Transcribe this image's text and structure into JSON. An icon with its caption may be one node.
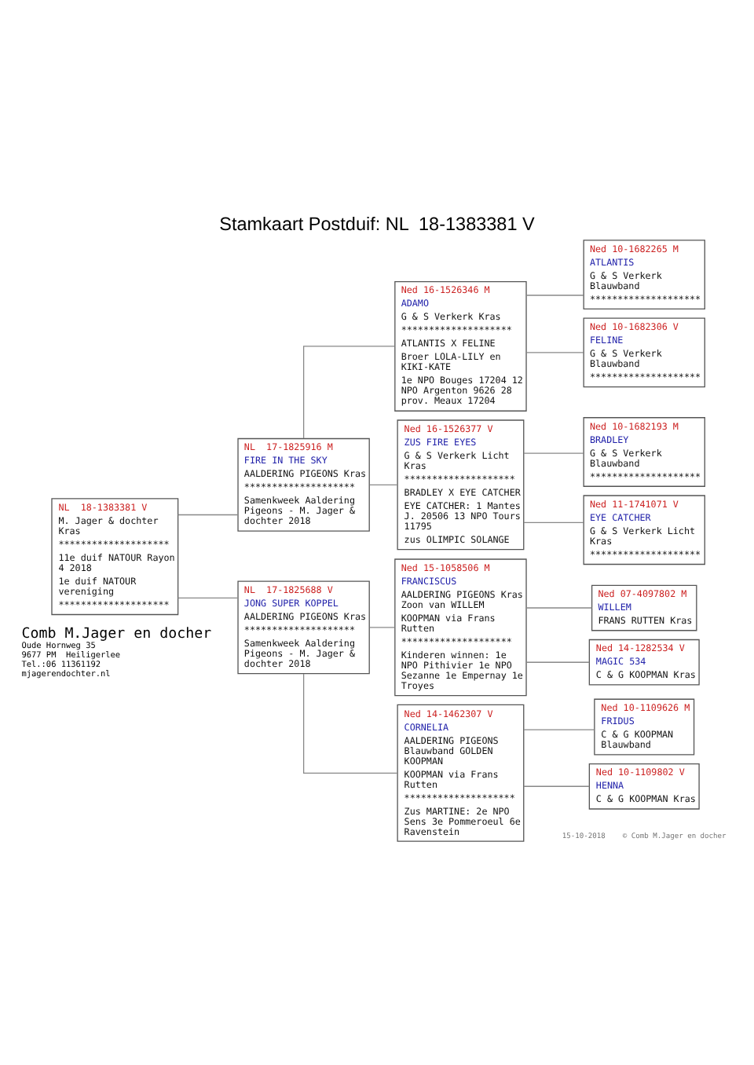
{
  "diagram": {
    "title": "Stamkaart Postduif: NL  18-1383381 V",
    "nodes": [
      {
        "text": [
          "NL  18-1383381 V",
          "M. Jager & dochter Kras",
          "********************",
          "11e duif NATOUR Rayon 4 2018",
          "1e duif NATOUR vereniging",
          "********************"
        ]
      },
      {
        "text": [
          "NL  17-1825916 M",
          "FIRE IN THE SKY",
          "AALDERING PIGEONS Kras",
          "********************",
          "Samenkweek Aaldering Pigeons - M. Jager & dochter 2018"
        ]
      },
      {
        "text": [
          "NL  17-1825688 V",
          "JONG SUPER KOPPEL",
          "AALDERING PIGEONS Kras",
          "********************",
          "Samenkweek Aaldering Pigeons - M. Jager & dochter 2018"
        ]
      },
      {
        "text": [
          "Ned 16-1526346 M",
          "ADAMO",
          "G & S Verkerk Kras",
          "********************",
          "ATLANTIS X FELINE",
          "Broer LOLA-LILY en KIKI-KATE",
          "1e NPO Bouges 17204 12 NPO Argenton 9626 28 prov. Meaux 17204"
        ]
      },
      {
        "text": [
          "Ned 16-1526377 V",
          "ZUS FIRE EYES",
          "G & S Verkerk Licht Kras",
          "********************",
          "BRADLEY X EYE CATCHER",
          "EYE CATCHER: 1 Mantes J. 20506 13 NPO Tours 11795",
          "zus OLIMPIC SOLANGE"
        ]
      },
      {
        "text": [
          "Ned 15-1058506 M",
          "FRANCISCUS",
          "AALDERING PIGEONS Kras Zoon van WILLEM",
          "KOOPMAN via Frans Rutten",
          "********************",
          "Kinderen winnen: 1e NPO Pithivier 1e NPO Sezanne 1e Empernay 1e Troyes"
        ]
      },
      {
        "text": [
          "Ned 14-1462307 V",
          "CORNELIA",
          "AALDERING PIGEONS Blauwband GOLDEN KOOPMAN",
          "KOOPMAN via Frans Rutten",
          "********************",
          "Zus MARTINE: 2e NPO Sens 3e Pommeroeul 6e Ravenstein"
        ]
      },
      {
        "text": [
          "Ned 10-1682265 M",
          "ATLANTIS",
          "G & S Verkerk Blauwband",
          "********************"
        ]
      },
      {
        "text": [
          "Ned 10-1682306 V",
          "FELINE",
          "G & S Verkerk Blauwband",
          "********************"
        ]
      },
      {
        "text": [
          "Ned 10-1682193 M",
          "BRADLEY",
          "G & S Verkerk Blauwband",
          "********************"
        ]
      },
      {
        "text": [
          "Ned 11-1741071 V",
          "EYE CATCHER",
          "G & S Verkerk Licht Kras",
          "********************"
        ]
      },
      {
        "text": [
          "Ned 07-4097802 M",
          "WILLEM",
          "FRANS RUTTEN Kras"
        ]
      },
      {
        "text": [
          "Ned 14-1282534 V",
          "MAGIC 534",
          "C & G KOOPMAN Kras"
        ]
      },
      {
        "text": [
          "Ned 10-1109626 M",
          "FRIDUS",
          "C & G KOOPMAN Blauwband"
        ]
      },
      {
        "text": [
          "Ned 10-1109802 V",
          "HENNA",
          "C & G KOOPMAN Kras"
        ]
      }
    ],
    "edges": [
      {
        "from": 0,
        "to": 1,
        "arrow": "none"
      },
      {
        "from": 0,
        "to": 2,
        "arrow": "none"
      },
      {
        "from": 1,
        "to": 3,
        "arrow": "none"
      },
      {
        "from": 1,
        "to": 4,
        "arrow": "none"
      },
      {
        "from": 2,
        "to": 5,
        "arrow": "none"
      },
      {
        "from": 2,
        "to": 6,
        "arrow": "none"
      },
      {
        "from": 3,
        "to": 7,
        "arrow": "none"
      },
      {
        "from": 3,
        "to": 8,
        "arrow": "none"
      },
      {
        "from": 4,
        "to": 9,
        "arrow": "none"
      },
      {
        "from": 4,
        "to": 10,
        "arrow": "none"
      },
      {
        "from": 5,
        "to": 11,
        "arrow": "none"
      },
      {
        "from": 5,
        "to": 12,
        "arrow": "none"
      },
      {
        "from": 6,
        "to": 13,
        "arrow": "none"
      },
      {
        "from": 6,
        "to": 14,
        "arrow": "none"
      }
    ],
    "labels": [
      "Comb M.Jager en docher",
      "Oude Hornweg 35",
      "9677 PM  Heiligerlee",
      "Tel.:06 11361192",
      "mjagerendochter.nl",
      "15-10-2018",
      "© Comb M.Jager en docher"
    ]
  }
}
